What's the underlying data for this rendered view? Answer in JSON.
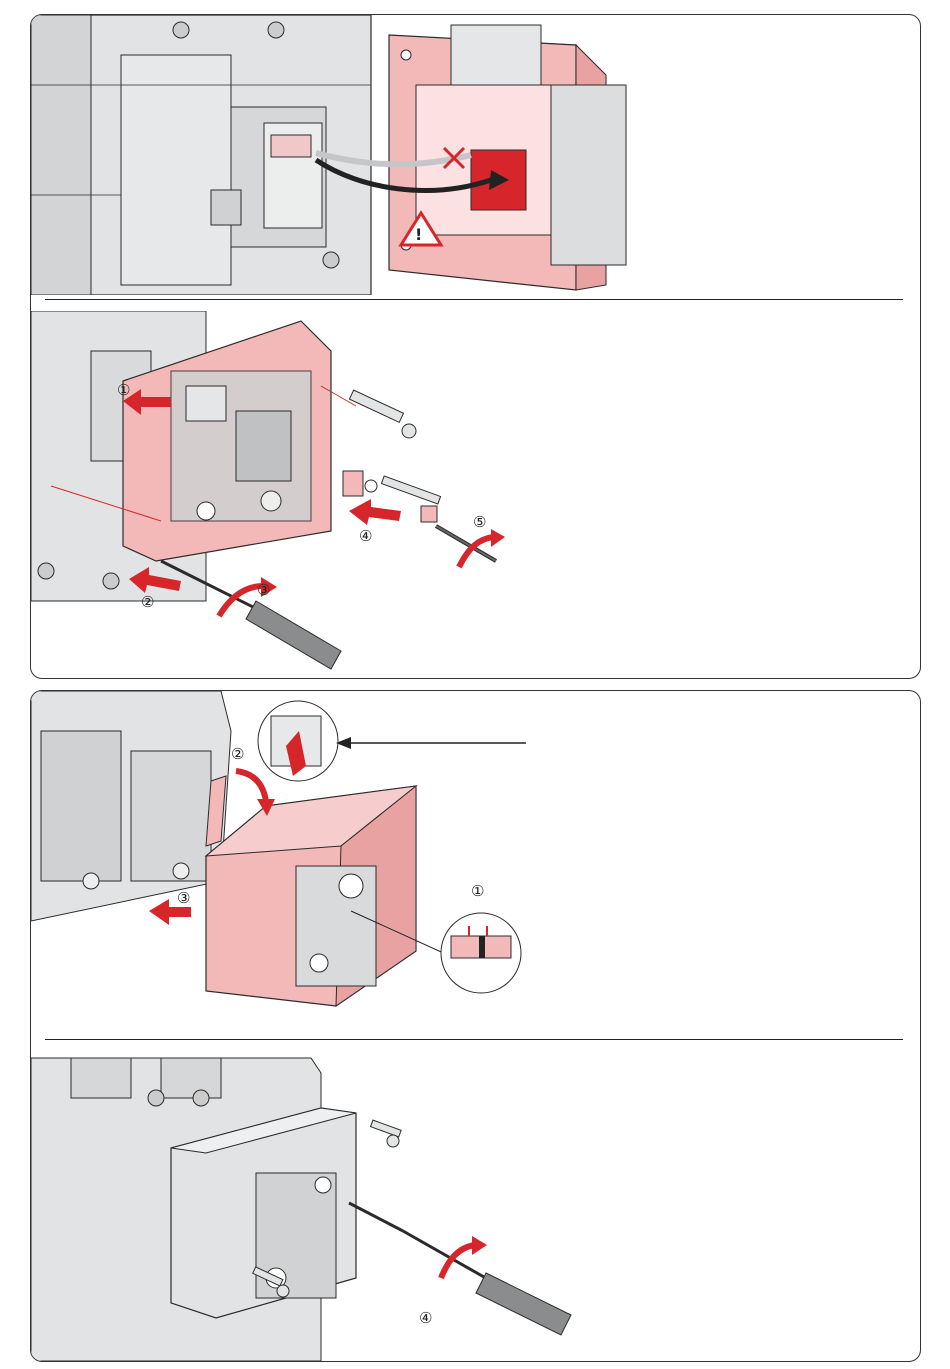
{
  "colors": {
    "accent_red": "#d7262b",
    "pink_fill": "#f3b8b8",
    "pink_light": "#fbe1e1",
    "gray_unit": "#e2e3e4",
    "gray_dark": "#9ea0a2",
    "line": "#2b2b2b"
  },
  "icons": [
    "warning-triangle-icon",
    "cross-mark-icon",
    "screwdriver-icon",
    "rotation-arrow-icon",
    "push-arrow-icon"
  ],
  "step_labels": {
    "s1": "①",
    "s2": "②",
    "s3": "③",
    "s4": "④",
    "s5": "⑤",
    "c_s1": "①",
    "c_s2": "②",
    "c_s3": "③",
    "d_s4": "④"
  }
}
